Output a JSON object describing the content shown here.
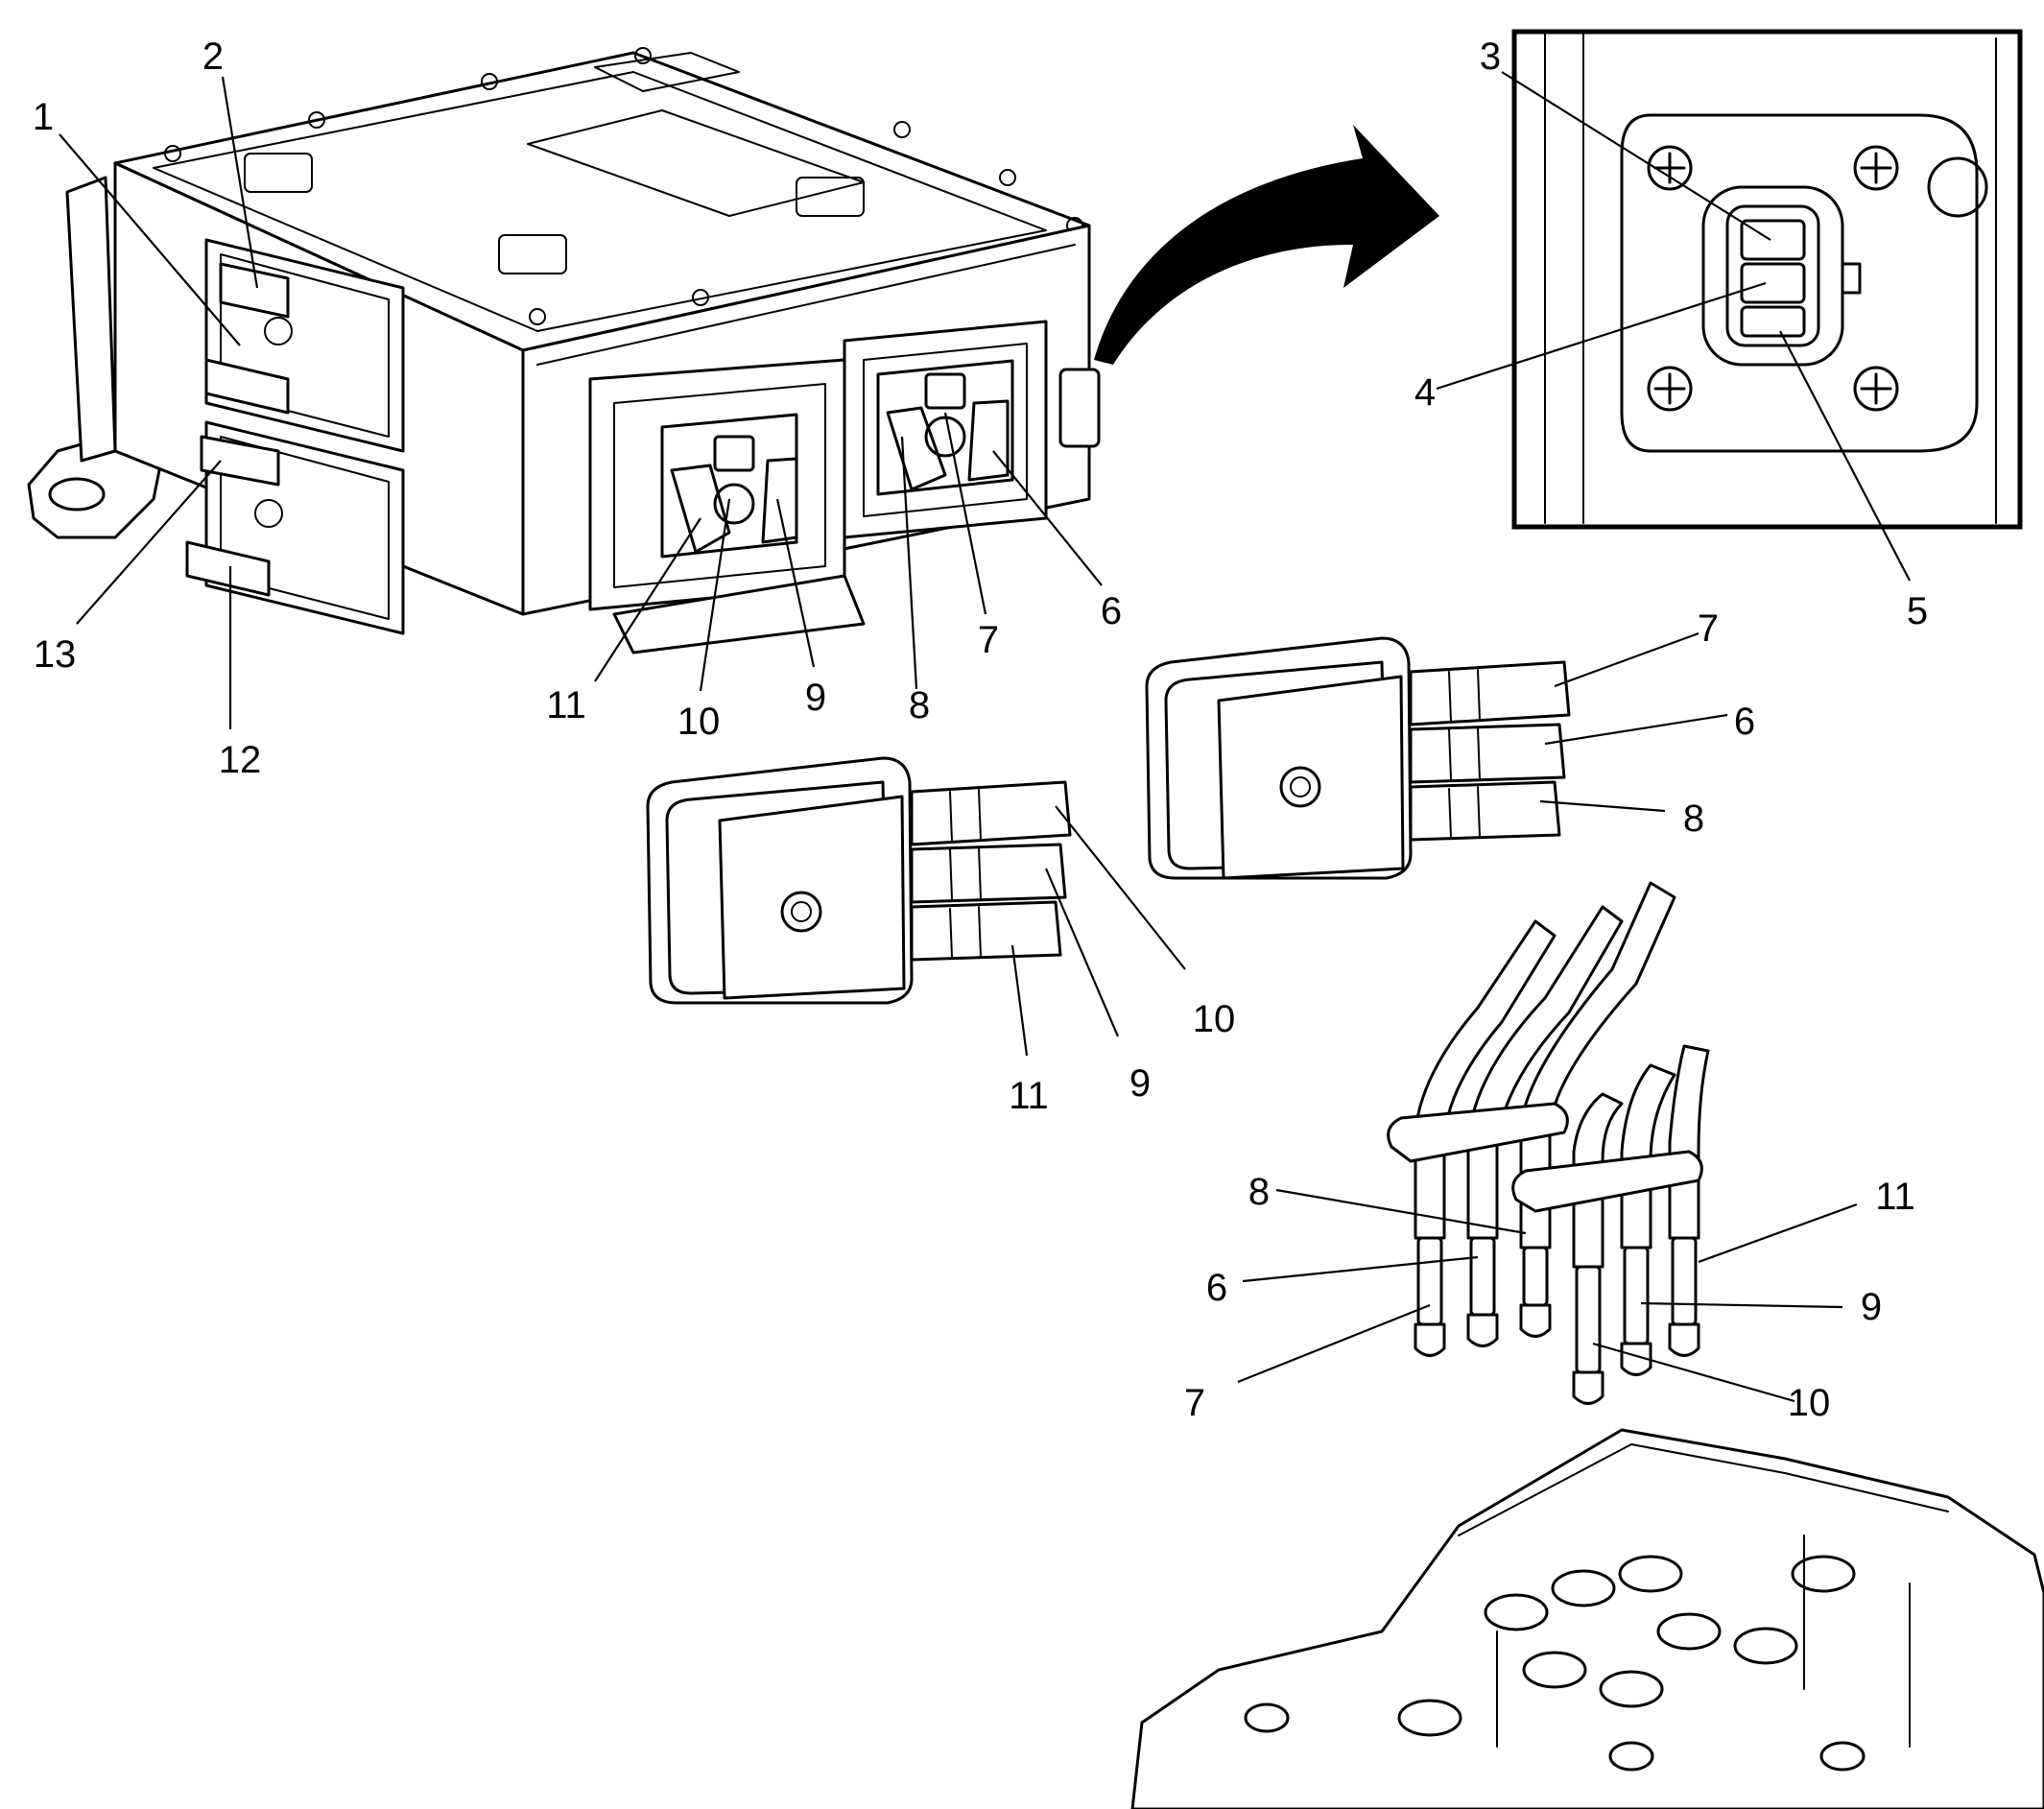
{
  "callouts": {
    "c1": "1",
    "c2": "2",
    "c3": "3",
    "c4": "4",
    "c5": "5",
    "c6a": "6",
    "c7a": "7",
    "c8a": "8",
    "c9a": "9",
    "c10a": "10",
    "c11a": "11",
    "c12": "12",
    "c13": "13",
    "c7b": "7",
    "c6b": "6",
    "c8b": "8",
    "c10b": "10",
    "c9b": "9",
    "c11b": "11",
    "c8c": "8",
    "c6c": "6",
    "c7c": "7",
    "c11c": "11",
    "c9c": "9",
    "c10c": "10"
  }
}
